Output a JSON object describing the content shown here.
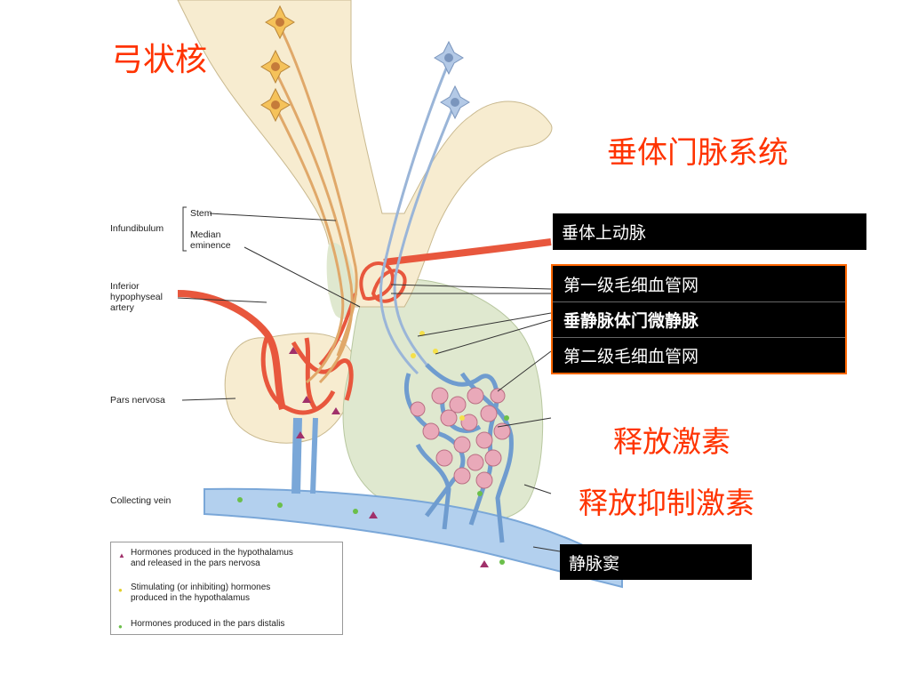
{
  "titles": {
    "arcuate_nucleus": "弓状核",
    "portal_system": "垂体门脉系统",
    "release_hormone": "释放激素",
    "release_inhibit_hormone": "释放抑制激素"
  },
  "boxes": {
    "superior_artery": "垂体上动脉",
    "primary_capillary": "第一级毛细血管网",
    "portal_venules": "垂静脉体门微静脉",
    "secondary_capillary": "第二级毛细血管网",
    "venous_sinus": "静脉窦"
  },
  "labels": {
    "infundibulum": "Infundibulum",
    "stem": "Stem",
    "median": "Median",
    "eminence": "eminence",
    "inferior_1": "Inferior",
    "inferior_2": "hypophyseal",
    "inferior_3": "artery",
    "pars_nervosa": "Pars nervosa",
    "collecting_vein": "Collecting vein"
  },
  "legend": {
    "item1_line1": "Hormones produced in the hypothalamus",
    "item1_line2": "and released in the pars nervosa",
    "item2_line1": "Stimulating (or inhibiting) hormones",
    "item2_line2": "produced in the hypothalamus",
    "item3_line1": "Hormones produced in the pars distalis"
  },
  "colors": {
    "title_red": "#ff3300",
    "box_border": "#ff6600",
    "artery": "#e8573d",
    "vein": "#7aa7d8",
    "pars_nervosa": "#f7ecd0",
    "pars_distalis": "#dfe8cf",
    "cells": "#e9a9b9",
    "neuron_yellow": "#f5c25a",
    "neuron_blue": "#b3c9e6"
  }
}
